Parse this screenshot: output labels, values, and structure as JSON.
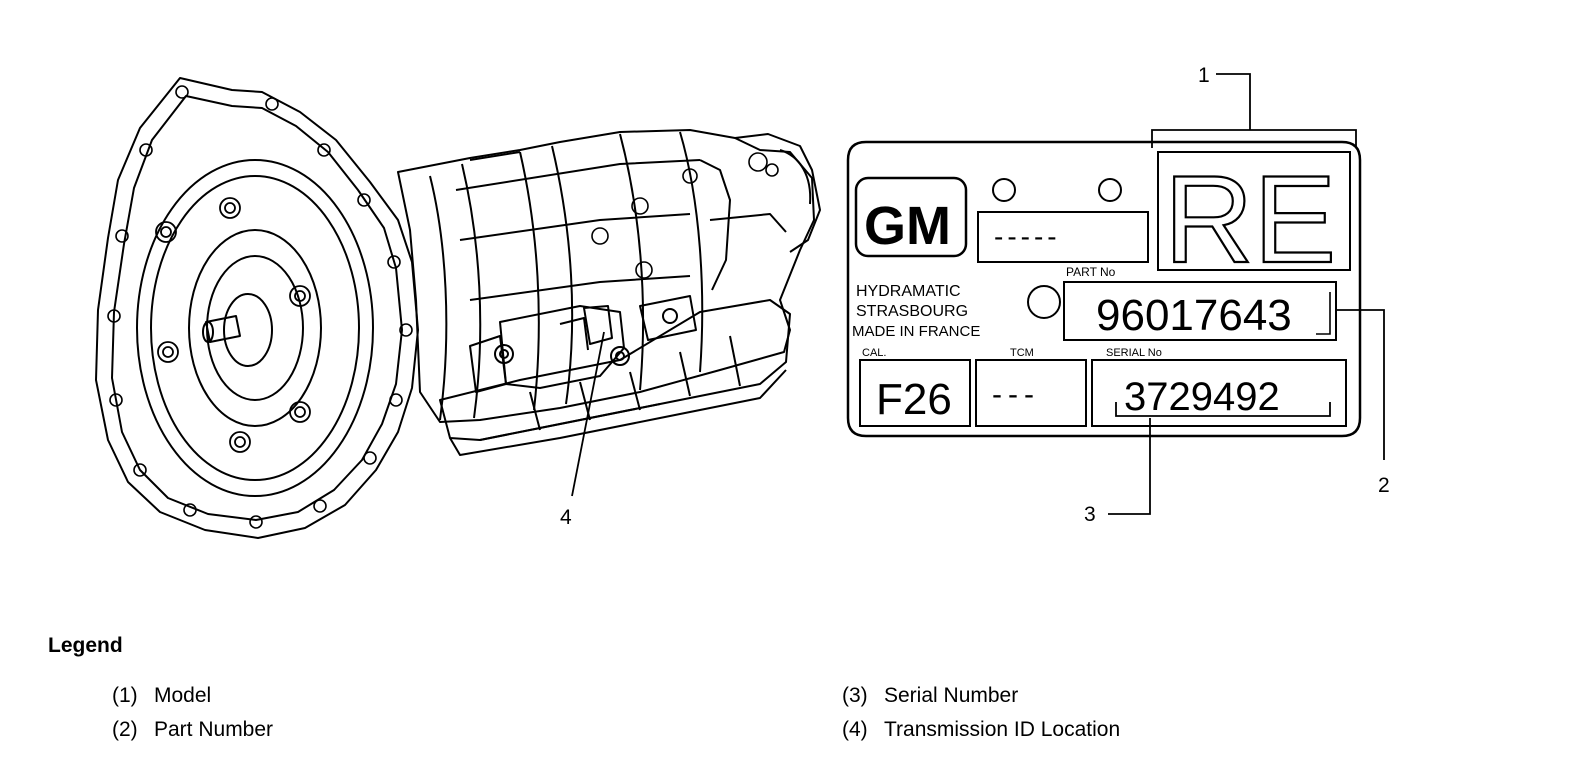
{
  "callouts": {
    "c1": "1",
    "c2": "2",
    "c3": "3",
    "c4": "4"
  },
  "plate": {
    "brand": "GM",
    "dashes_top": "-----",
    "model": "RE",
    "part_label": "PART No",
    "maker_line1": "HYDRAMATIC",
    "maker_line2": "STRASBOURG",
    "maker_line3": "MADE IN FRANCE",
    "part_number": "96017643",
    "cal_label": "CAL.",
    "tcm_label": "TCM",
    "serial_label": "SERIAL No",
    "cal_value": "F26",
    "tcm_value": "---",
    "serial_value": "3729492"
  },
  "legend": {
    "title": "Legend",
    "items": [
      {
        "num": "(1)",
        "label": "Model"
      },
      {
        "num": "(2)",
        "label": "Part Number"
      },
      {
        "num": "(3)",
        "label": "Serial Number"
      },
      {
        "num": "(4)",
        "label": "Transmission ID Location"
      }
    ]
  }
}
